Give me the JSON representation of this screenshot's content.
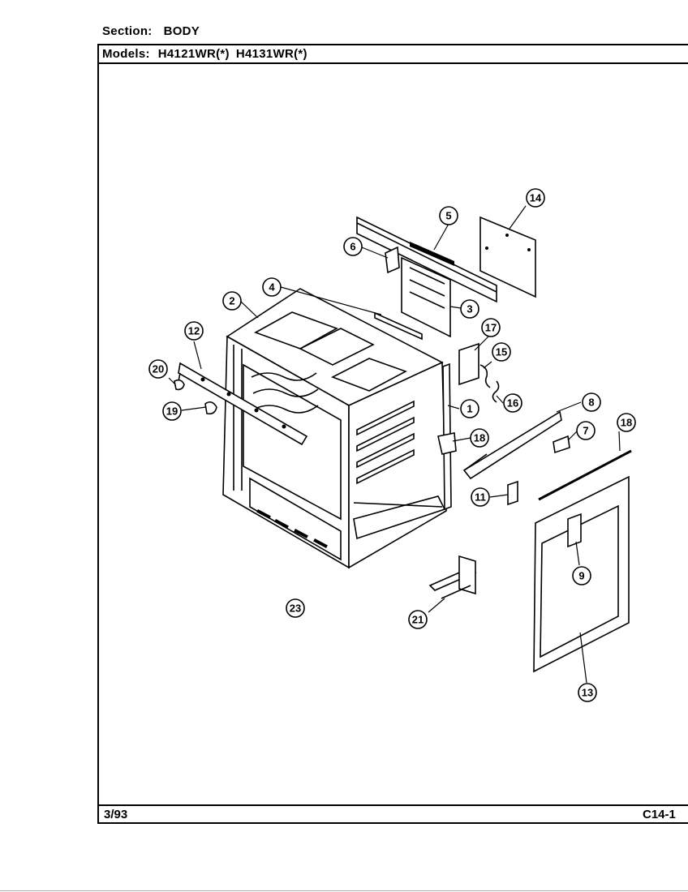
{
  "header": {
    "section_label": "Section:",
    "section_value": "BODY",
    "models_label": "Models:",
    "model_1": "H4121WR(*)",
    "model_2": "H4131WR(*)"
  },
  "footer": {
    "date": "3/93",
    "page_code": "C14-1"
  },
  "callouts": [
    "1",
    "2",
    "3",
    "4",
    "5",
    "6",
    "7",
    "8",
    "9",
    "11",
    "12",
    "13",
    "14",
    "15",
    "16",
    "17",
    "18",
    "18",
    "19",
    "20",
    "21",
    "23"
  ]
}
